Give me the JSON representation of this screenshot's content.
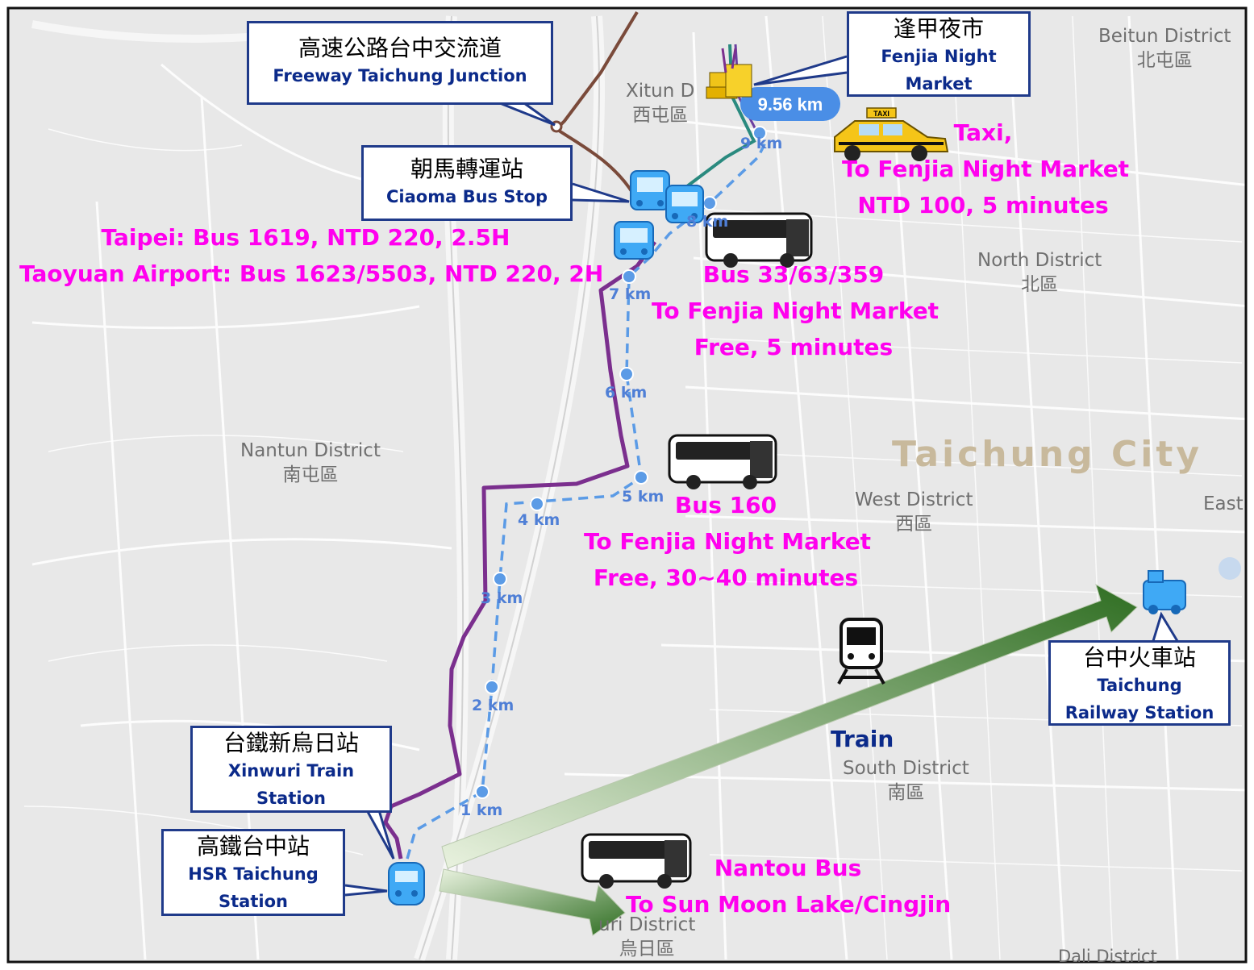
{
  "colors": {
    "callout_border": "#1f3a8a",
    "label_magenta": "#ff00ee",
    "route_purple": "#7b2f8e",
    "route_dashed_blue": "#5b9be6",
    "route_brown": "#7a4a3a",
    "route_teal": "#2a8a7f",
    "arrow_green": "#3c7a2a",
    "train_label": "#0b2a8a"
  },
  "callouts": {
    "freeway": {
      "zh": "高速公路台中交流道",
      "en": "Freeway Taichung Junction"
    },
    "fenjia": {
      "zh": "逢甲夜市",
      "en_line1": "Fenjia Night",
      "en_line2": "Market"
    },
    "ciaoma": {
      "zh": "朝馬轉運站",
      "en": "Ciaoma Bus Stop"
    },
    "xinwuri": {
      "zh": "台鐵新烏日站",
      "en_line1": "Xinwuri Train",
      "en_line2": "Station"
    },
    "hsr": {
      "zh": "高鐵台中站",
      "en_line1": "HSR Taichung",
      "en_line2": "Station"
    },
    "railway": {
      "zh": "台中火車站",
      "en_line1": "Taichung",
      "en_line2": "Railway Station"
    }
  },
  "routes": {
    "taxi": {
      "line1": "Taxi,",
      "line2": "To Fenjia Night Market",
      "line3": "NTD 100, 5 minutes"
    },
    "intercity": {
      "line1": "Taipei: Bus 1619, NTD 220, 2.5H",
      "line2": "Taoyuan Airport: Bus 1623/5503, NTD 220, 2H"
    },
    "bus33": {
      "line1": "Bus 33/63/359",
      "line2": "To Fenjia Night Market",
      "line3": "Free, 5 minutes"
    },
    "bus160": {
      "line1": "Bus 160",
      "line2": "To Fenjia Night Market",
      "line3": "Free, 30~40 minutes"
    },
    "nantou": {
      "line1": "Nantou Bus",
      "line2": "To Sun Moon Lake/Cingjin"
    },
    "train_label": "Train"
  },
  "distance_badge": "9.56 km",
  "taxi_sign": "TAXI",
  "km_markers": [
    "1 km",
    "2 km",
    "3 km",
    "4 km",
    "5 km",
    "6 km",
    "7 km",
    "8 km",
    "9 km"
  ],
  "districts": {
    "beitun": {
      "en": "Beitun District",
      "zh": "北屯區"
    },
    "xitun": {
      "en": "Xitun D",
      "zh": "西屯區"
    },
    "north": {
      "en": "North District",
      "zh": "北區"
    },
    "nantun": {
      "en": "Nantun District",
      "zh": "南屯區"
    },
    "west": {
      "en": "West District",
      "zh": "西區"
    },
    "south": {
      "en": "South District",
      "zh": "南區"
    },
    "wuri": {
      "en": "uri District",
      "zh": "烏日區"
    },
    "east": {
      "en": "East"
    },
    "dali": {
      "en": "Dali District"
    },
    "city": "Taichung City"
  }
}
